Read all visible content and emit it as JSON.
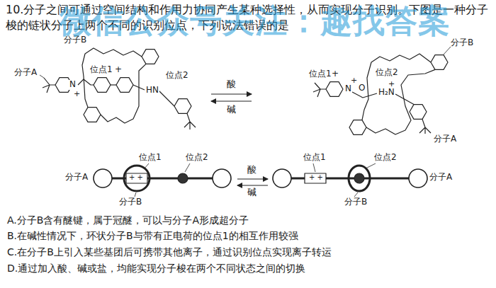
{
  "diagram": {
    "labels": [
      "10.分子之间可通过空间结构和作用力协同产生某种选择性，从而实现分子识别。下图是一种分子梭的链状分子上两个不同的识别位点，下列说法错误的是",
      "微信公众号关注：趣找答案",
      "分子B",
      "位点1",
      "+",
      "分子A",
      "N",
      "+",
      "位点2",
      "HN",
      "酸",
      "碱",
      "位点1",
      "+",
      "N",
      "+",
      "O",
      "位点2",
      "H₂N",
      "+",
      "分子B",
      "分子A",
      "位点1",
      "位点2",
      "分子A",
      "+ +",
      "分子B",
      "酸",
      "碱",
      "位点1",
      "+ +",
      "位点2",
      "分子A",
      "分子B",
      "A.分子B含有醚键，属于冠醚，可以与分子A形成超分子",
      "B.在碱性情况下，环状分子B与带有正电荷的位点1的相互作用较强",
      "C.在分子B上引入某些基团后可携带其他离子，通过识别位点实现离子转运",
      "D.通过加入酸、碱或盐，均能实现分子梭在两个不同状态之间的切换"
    ]
  }
}
